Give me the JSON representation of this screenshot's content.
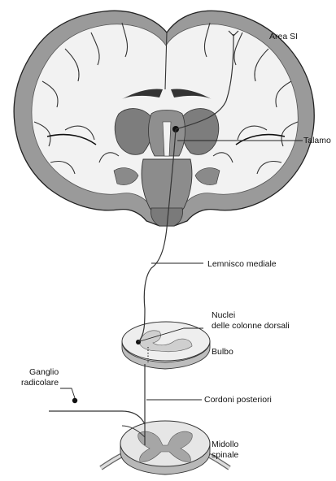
{
  "labels": {
    "area_si": "Area SI",
    "talamo": "Talamo",
    "lemnisco_mediale": "Lemnisco mediale",
    "nuclei_line1": "Nuclei",
    "nuclei_line2": "delle colonne dorsali",
    "bulbo": "Bulbo",
    "ganglio_line1": "Ganglio",
    "ganglio_line2": "radicolare",
    "cordoni_posteriori": "Cordoni posteriori",
    "midollo_line1": "Midollo",
    "midollo_line2": "spinale"
  },
  "colors": {
    "cortex_gray": "#9a9a9a",
    "white_matter": "#f2f2f2",
    "deep_gray": "#7d7d7d",
    "outline": "#222222",
    "pathway": "#333333"
  }
}
